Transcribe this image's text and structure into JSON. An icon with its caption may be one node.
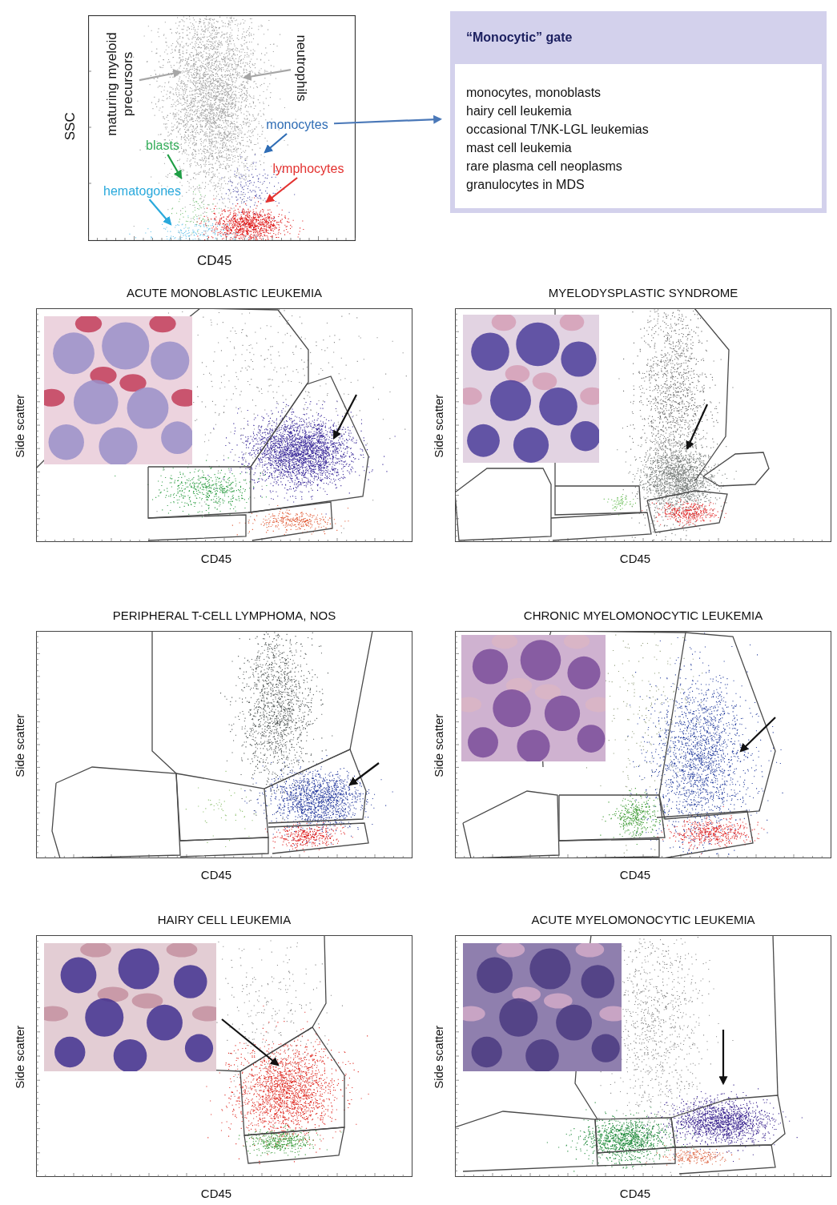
{
  "diagram": {
    "nodes": [
      {
        "text": [
          "maturing myeloid precursors"
        ]
      },
      {
        "text": [
          "neutrophils"
        ]
      },
      {
        "text": [
          "monocytes"
        ]
      },
      {
        "text": [
          "blasts"
        ]
      },
      {
        "text": [
          "lymphocytes"
        ]
      },
      {
        "text": [
          "hematogones"
        ]
      },
      {
        "text": [
          "“Monocytic” gate",
          "monocytes, monoblasts",
          "hairy cell leukemia",
          "occasional T/NK-LGL leukemias",
          "mast cell leukemia",
          "rare plasma cell neoplasms",
          "granulocytes in MDS"
        ]
      }
    ],
    "edges": [
      {
        "from": 0,
        "to": null,
        "arrow": "to",
        "color": "#a6a6a6"
      },
      {
        "from": 1,
        "to": null,
        "arrow": "to",
        "color": "#a6a6a6"
      },
      {
        "from": 2,
        "to": null,
        "arrow": "to",
        "color": "#2f6db5"
      },
      {
        "from": 3,
        "to": null,
        "arrow": "to",
        "color": "#1f9e45"
      },
      {
        "from": 4,
        "to": null,
        "arrow": "to",
        "color": "#e3312f"
      },
      {
        "from": 5,
        "to": null,
        "arrow": "to",
        "color": "#29a9dc"
      },
      {
        "from": 2,
        "to": 6,
        "arrow": "to",
        "color": "#4a78b8"
      }
    ],
    "labels": [
      "SSC",
      "CD45",
      "ACUTE MONOBLASTIC LEUKEMIA",
      "Side scatter",
      "CD45",
      "MYELODYSPLASTIC SYNDROME",
      "Side scatter",
      "CD45",
      "PERIPHERAL T-CELL LYMPHOMA, NOS",
      "Side scatter",
      "CD45",
      "CHRONIC MYELOMONOCYTIC LEUKEMIA",
      "Side scatter",
      "CD45",
      "HAIRY CELL LEUKEMIA",
      "Side scatter",
      "CD45",
      "ACUTE MYELOMONOCYTIC LEUKEMIA",
      "Side scatter",
      "CD45"
    ]
  }
}
